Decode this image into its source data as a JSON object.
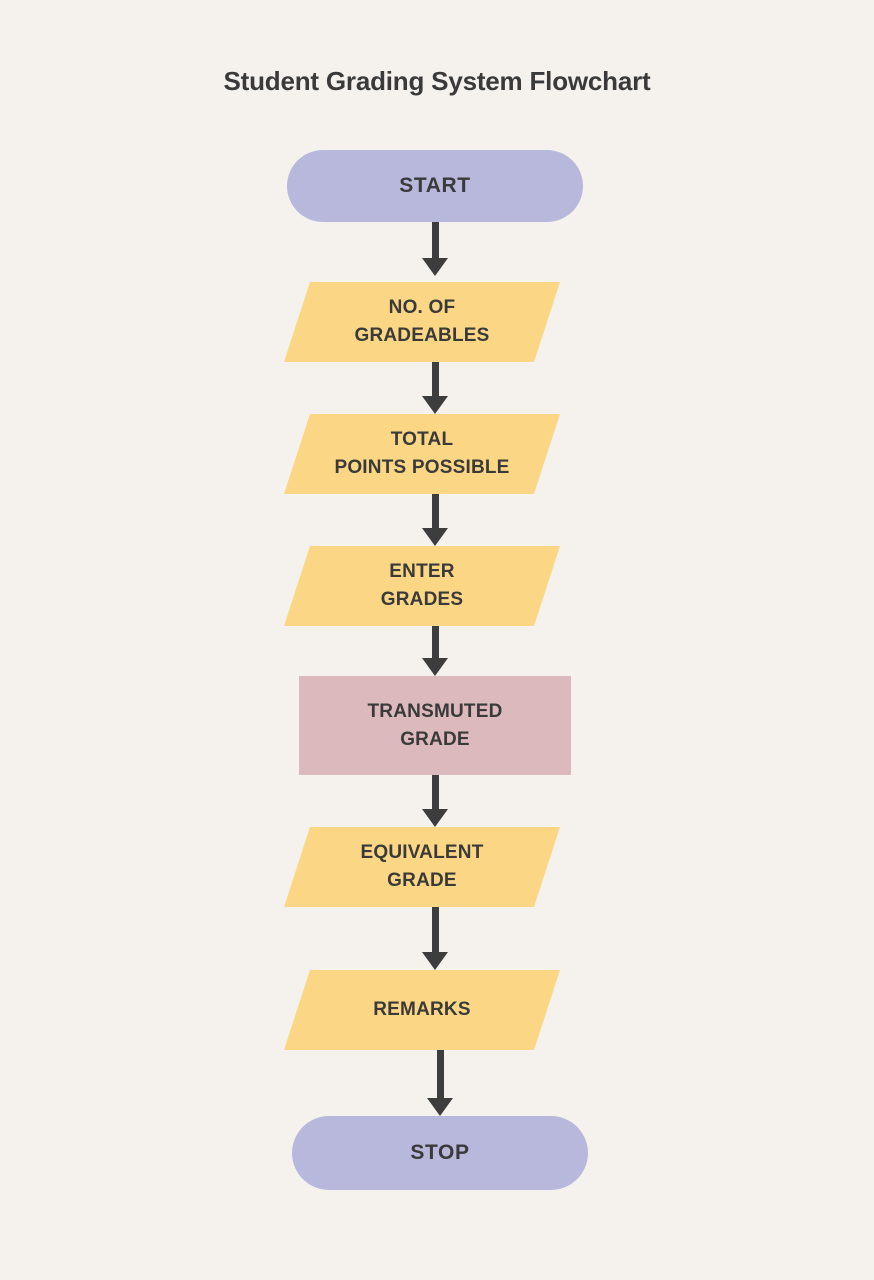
{
  "page": {
    "title": "Student Grading System Flowchart",
    "background_color": "#f5f2ed",
    "text_color": "#3a3a3a"
  },
  "palette": {
    "terminator": "#b8b8dd",
    "input_output": "#fbd684",
    "process": "#dcb9bd",
    "connector": "#3d3d3d"
  },
  "chart_data": {
    "type": "diagram",
    "diagram_kind": "flowchart",
    "title": "Student Grading System Flowchart",
    "orientation": "top-to-bottom",
    "nodes": [
      {
        "id": "start",
        "label": "START",
        "shape": "terminator",
        "color": "#b8b8dd"
      },
      {
        "id": "no-of-gradeables",
        "label": "NO. OF\nGRADEABLES",
        "shape": "parallelogram",
        "color": "#fbd684"
      },
      {
        "id": "total-points",
        "label": "TOTAL\nPOINTS POSSIBLE",
        "shape": "parallelogram",
        "color": "#fbd684"
      },
      {
        "id": "enter-grades",
        "label": "ENTER\nGRADES",
        "shape": "parallelogram",
        "color": "#fbd684"
      },
      {
        "id": "transmuted-grade",
        "label": "TRANSMUTED\nGRADE",
        "shape": "rectangle",
        "color": "#dcb9bd"
      },
      {
        "id": "equivalent-grade",
        "label": "EQUIVALENT\nGRADE",
        "shape": "parallelogram",
        "color": "#fbd684"
      },
      {
        "id": "remarks",
        "label": "REMARKS",
        "shape": "parallelogram",
        "color": "#fbd684"
      },
      {
        "id": "stop",
        "label": "STOP",
        "shape": "terminator",
        "color": "#b8b8dd"
      }
    ],
    "edges": [
      {
        "from": "start",
        "to": "no-of-gradeables",
        "label": "",
        "arrow": "down"
      },
      {
        "from": "no-of-gradeables",
        "to": "total-points",
        "label": "",
        "arrow": "down"
      },
      {
        "from": "total-points",
        "to": "enter-grades",
        "label": "",
        "arrow": "down"
      },
      {
        "from": "enter-grades",
        "to": "transmuted-grade",
        "label": "",
        "arrow": "down"
      },
      {
        "from": "transmuted-grade",
        "to": "equivalent-grade",
        "label": "",
        "arrow": "down"
      },
      {
        "from": "equivalent-grade",
        "to": "remarks",
        "label": "",
        "arrow": "down"
      },
      {
        "from": "remarks",
        "to": "stop",
        "label": "",
        "arrow": "down"
      }
    ]
  }
}
